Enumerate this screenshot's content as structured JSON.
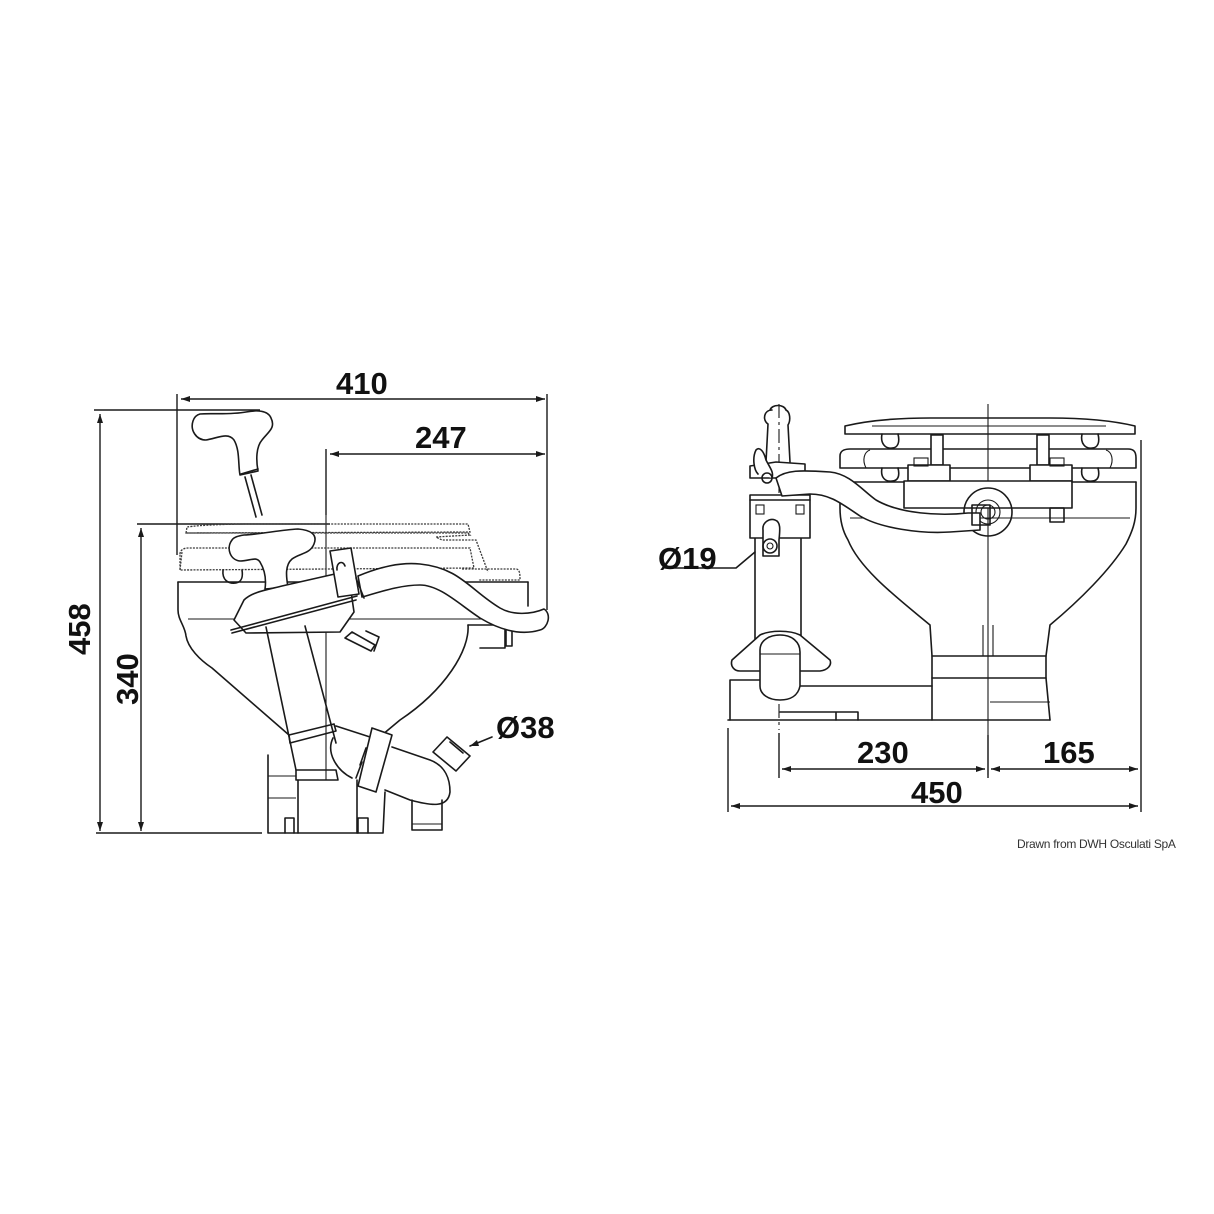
{
  "figure": {
    "title": "",
    "type": "technical dimension drawing",
    "subject": "marine manual toilet"
  },
  "views": [
    {
      "name": "side-view",
      "dimensions": {
        "overall_length": "410",
        "bowl_to_front": "247",
        "overall_height": "458",
        "rim_height": "340",
        "outlet_diameter": "Ø38"
      }
    },
    {
      "name": "front-view",
      "dimensions": {
        "inlet_diameter": "Ø19",
        "pump_to_center": "230",
        "center_to_edge": "165",
        "overall_width": "450"
      }
    }
  ],
  "side_view": {
    "dim_410": "410",
    "dim_247": "247",
    "dim_458": "458",
    "dim_340": "340",
    "dim_outlet": "Ø38"
  },
  "front_view": {
    "dim_inlet": "Ø19",
    "dim_230": "230",
    "dim_165": "165",
    "dim_450": "450"
  },
  "credit": "Drawn from DWH Osculati SpA",
  "colors": {
    "background": "#ffffff",
    "line": "#1a1a1a"
  }
}
